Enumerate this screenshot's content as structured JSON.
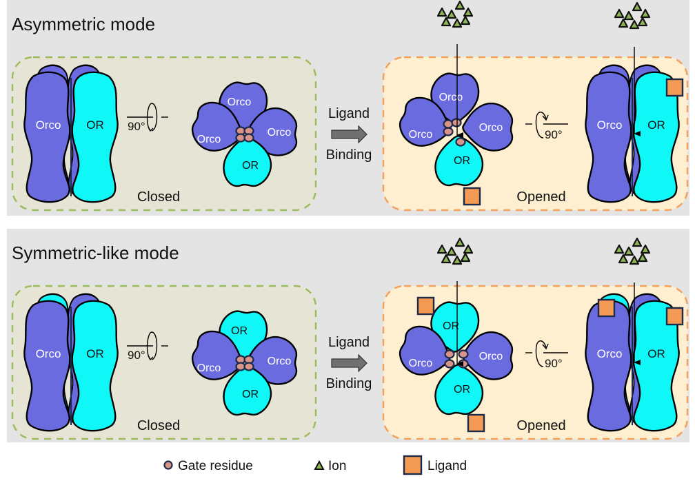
{
  "colors": {
    "panel_bg": "#e4e4e4",
    "closed_bg": "#e6e5d5",
    "closed_border": "#9cbb5a",
    "opened_bg": "#fdefcf",
    "opened_border": "#f5a05a",
    "orco": "#6b6be0",
    "or": "#10f7f7",
    "gate": "#d9948a",
    "ion": "#8eb556",
    "ligand": "#f39a55",
    "outline": "#1e2a4a",
    "arrow": "#707070"
  },
  "panels": [
    {
      "title": "Asymmetric mode",
      "closed": {
        "state_label": "Closed",
        "side_left_label": "Orco",
        "side_right_label": "OR",
        "rotation_label": "90°",
        "top_labels": [
          "Orco",
          "Orco",
          "Orco",
          "OR"
        ]
      },
      "transition": {
        "line1": "Ligand",
        "line2": "Binding"
      },
      "opened": {
        "state_label": "Opened",
        "top_labels": [
          "Orco",
          "Orco",
          "Orco",
          "OR"
        ],
        "rotation_label": "90°",
        "side_left_label": "Orco",
        "side_right_label": "OR"
      }
    },
    {
      "title": "Symmetric-like mode",
      "closed": {
        "state_label": "Closed",
        "side_left_label": "Orco",
        "side_right_label": "OR",
        "rotation_label": "90°",
        "top_labels": [
          "OR",
          "Orco",
          "Orco",
          "OR"
        ]
      },
      "transition": {
        "line1": "Ligand",
        "line2": "Binding"
      },
      "opened": {
        "state_label": "Opened",
        "top_labels": [
          "OR",
          "Orco",
          "Orco",
          "OR"
        ],
        "rotation_label": "90°",
        "side_left_label": "Orco",
        "side_right_label": "OR"
      }
    }
  ],
  "legend": [
    {
      "icon": "gate-residue-icon",
      "label": "Gate residue"
    },
    {
      "icon": "ion-icon",
      "label": "Ion"
    },
    {
      "icon": "ligand-icon",
      "label": "Ligand"
    }
  ]
}
